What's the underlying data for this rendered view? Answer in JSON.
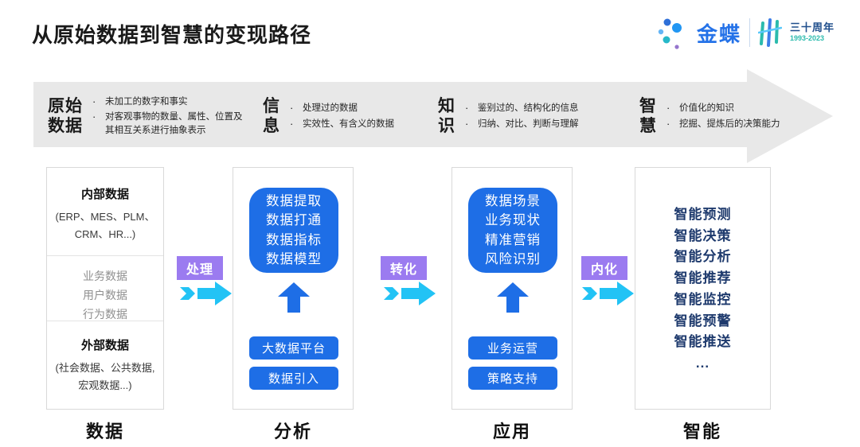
{
  "title": "从原始数据到智慧的变现路径",
  "logo": {
    "brand": "金蝶",
    "anniversary": "三十周年",
    "years": "1993-2023"
  },
  "banner": {
    "stages": [
      {
        "line1": "原始",
        "line2": "数据",
        "bullets": [
          "未加工的数字和事实",
          "对客观事物的数量、属性、位置及其相互关系进行抽象表示"
        ]
      },
      {
        "line1": "信",
        "line2": "息",
        "bullets": [
          "处理过的数据",
          "实效性、有含义的数据"
        ]
      },
      {
        "line1": "知",
        "line2": "识",
        "bullets": [
          "鉴别过的、结构化的信息",
          "归纳、对比、判断与理解"
        ]
      },
      {
        "line1": "智",
        "line2": "慧",
        "bullets": [
          "价值化的知识",
          "挖掘、提炼后的决策能力"
        ]
      }
    ]
  },
  "flow_labels": [
    "处理",
    "转化",
    "内化"
  ],
  "columns": {
    "data": {
      "label": "数据",
      "internal": {
        "title": "内部数据",
        "desc": "(ERP、MES、PLM、CRM、HR...)"
      },
      "middle_items": [
        "业务数据",
        "用户数据",
        "行为数据"
      ],
      "external": {
        "title": "外部数据",
        "desc": "(社会数据、公共数据, 宏观数据...)"
      }
    },
    "analysis": {
      "label": "分析",
      "box_lines": [
        "数据提取",
        "数据打通",
        "数据指标",
        "数据模型"
      ],
      "buttons": [
        "大数据平台",
        "数据引入"
      ]
    },
    "application": {
      "label": "应用",
      "box_lines": [
        "数据场景",
        "业务现状",
        "精准营销",
        "风险识别"
      ],
      "buttons": [
        "业务运营",
        "策略支持"
      ]
    },
    "intelligence": {
      "label": "智能",
      "items": [
        "智能预测",
        "智能决策",
        "智能分析",
        "智能推荐",
        "智能监控",
        "智能预警",
        "智能推送",
        "..."
      ]
    }
  },
  "colors": {
    "blue": "#1E6EE6",
    "cyan": "#22C3F5",
    "purple": "#9B7BF0",
    "navy": "#1E3A6D",
    "banner_gray": "#E8E8E8",
    "brand_blue": "#2472E8"
  }
}
